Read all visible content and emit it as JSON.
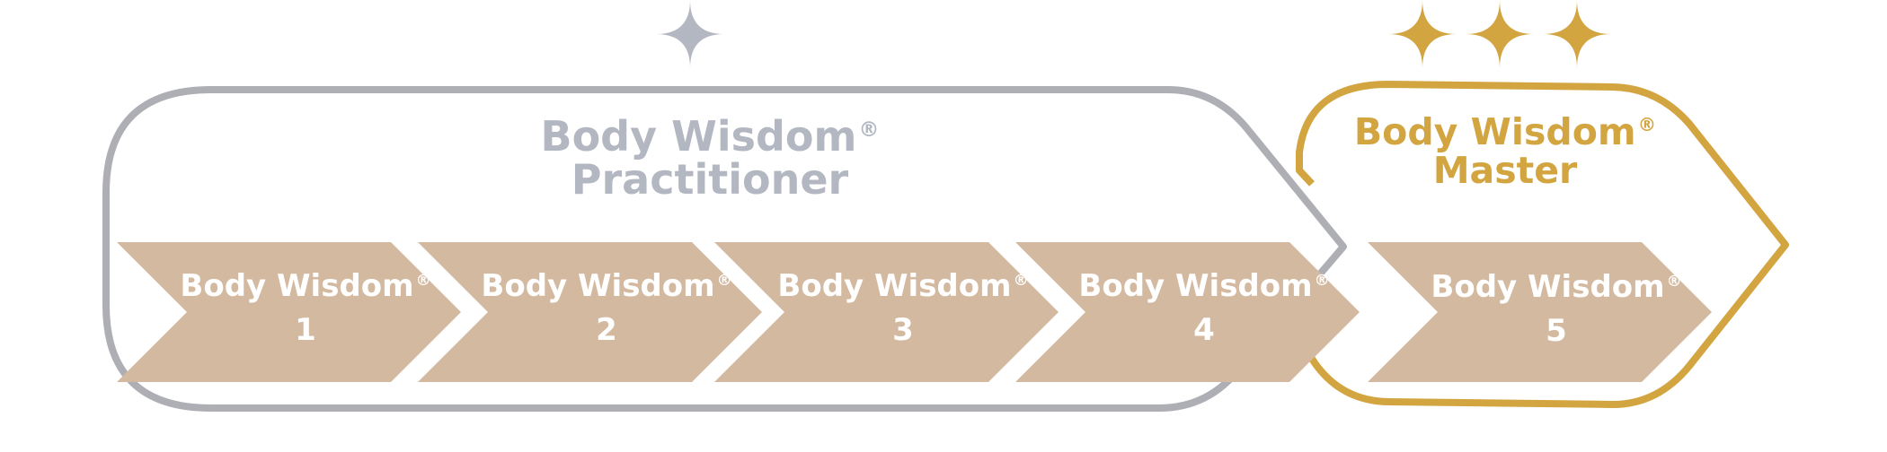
{
  "colors": {
    "practitioner": "#b3b7c2",
    "practitioner_outline": "#aeaeb5",
    "master": "#d2a540",
    "chevron_fill": "#d3b9a0",
    "chevron_text": "#ffffff"
  },
  "registered_mark": "®",
  "groups": [
    {
      "id": "practitioner",
      "title_line1": "Body Wisdom",
      "title_line2": "Practitioner",
      "star_count": 1,
      "star_color": "#b3b7c2"
    },
    {
      "id": "master",
      "title_line1": "Body Wisdom",
      "title_line2": "Master",
      "star_count": 3,
      "star_color": "#d2a540"
    }
  ],
  "steps": [
    {
      "label": "Body Wisdom",
      "number": "1"
    },
    {
      "label": "Body Wisdom",
      "number": "2"
    },
    {
      "label": "Body Wisdom",
      "number": "3"
    },
    {
      "label": "Body Wisdom",
      "number": "4"
    },
    {
      "label": "Body Wisdom",
      "number": "5"
    }
  ]
}
